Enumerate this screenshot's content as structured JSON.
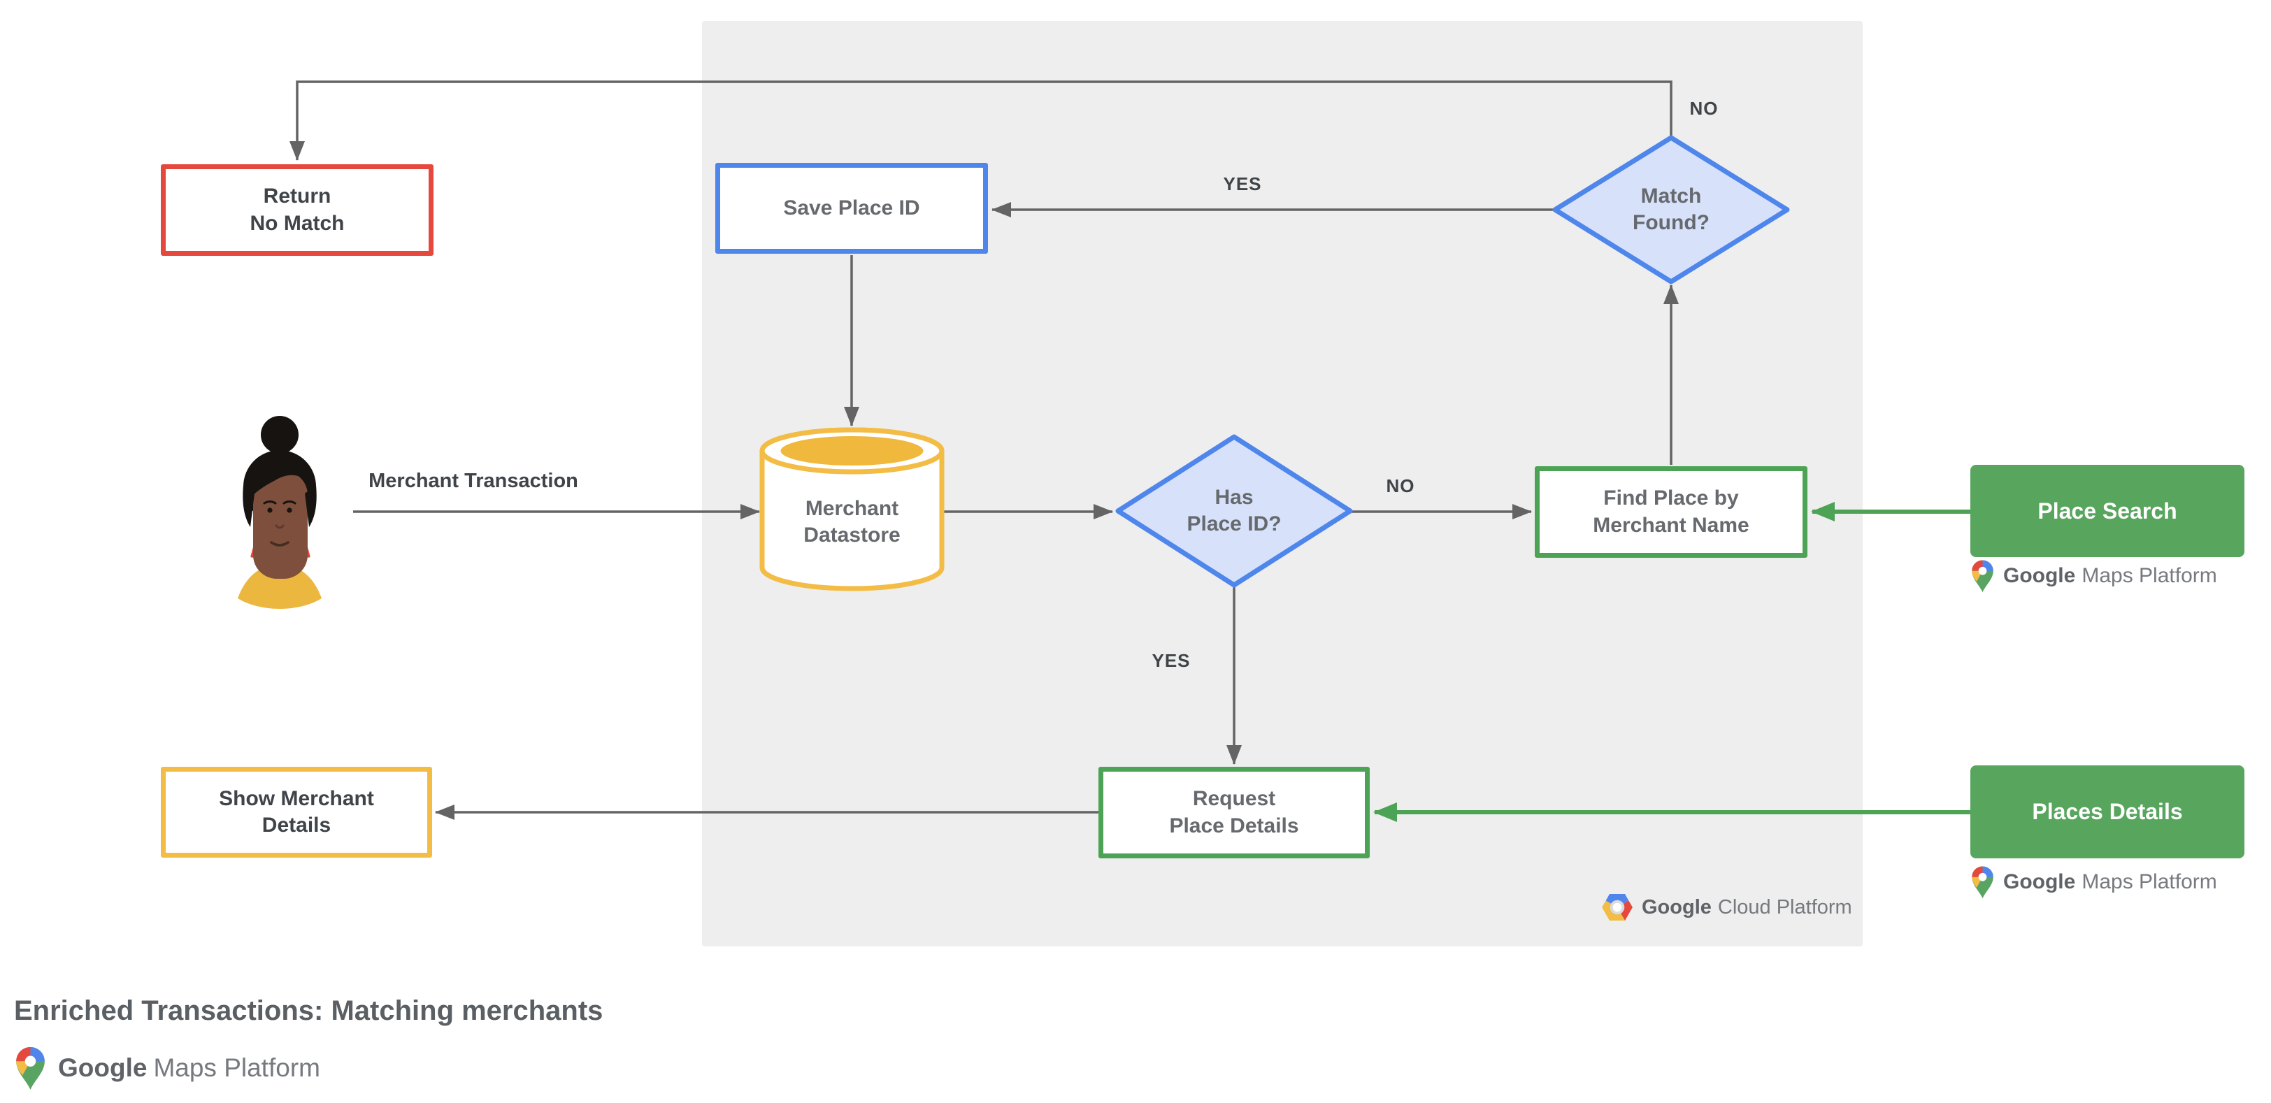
{
  "title": "Enriched Transactions: Matching merchants",
  "colors": {
    "red_border": "#E5493D",
    "blue_border": "#4F86EC",
    "blue_fill": "#D7E2FA",
    "yellow_border": "#F3BC45",
    "yellow_inner": "#F0B83C",
    "green_border": "#4CA355",
    "green_fill": "#58A55E",
    "connector_gray": "#646464",
    "panel_bg": "#EEEEEE"
  },
  "nodes": {
    "return_no_match": {
      "label": "Return\nNo Match"
    },
    "save_place_id": {
      "label": "Save Place ID"
    },
    "match_found": {
      "label": "Match\nFound?"
    },
    "merchant_datastore": {
      "label": "Merchant\nDatastore"
    },
    "has_place_id": {
      "label": "Has\nPlace ID?"
    },
    "find_place": {
      "label": "Find Place by\nMerchant Name"
    },
    "place_search": {
      "label": "Place Search"
    },
    "request_place_details": {
      "label": "Request\nPlace Details"
    },
    "places_details": {
      "label": "Places Details"
    },
    "show_merchant_details": {
      "label": "Show Merchant\nDetails"
    }
  },
  "edge_labels": {
    "match_found_no": "NO",
    "match_found_yes": "YES",
    "has_place_id_no": "NO",
    "has_place_id_yes": "YES"
  },
  "actor": {
    "label": "Merchant Transaction"
  },
  "logos": {
    "maps": {
      "google": "Google",
      "product": "Maps Platform"
    },
    "cloud": {
      "google": "Google",
      "product": "Cloud Platform"
    }
  }
}
